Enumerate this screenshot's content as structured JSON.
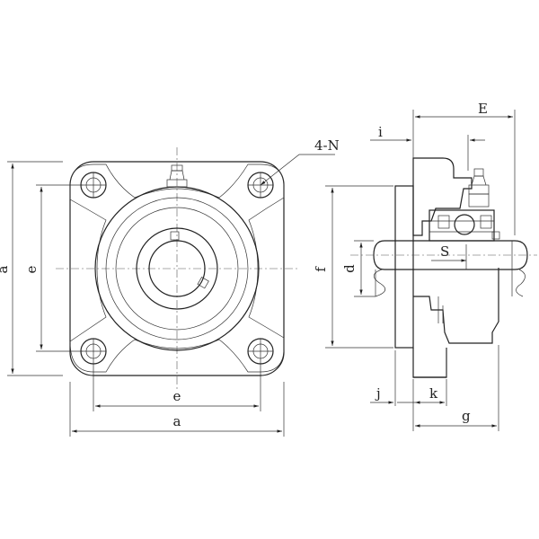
{
  "front_view": {
    "outer_width": "a",
    "outer_height": "a",
    "bolt_spacing_h": "e",
    "bolt_spacing_v": "e",
    "bolt_hole": "4-N"
  },
  "side_view": {
    "overall_width": "E",
    "grease_offset": "i",
    "flange_diameter": "f",
    "bore": "d",
    "shaft_offset": "S",
    "flange_thickness": "j",
    "inner_width": "k",
    "base_width": "g"
  }
}
